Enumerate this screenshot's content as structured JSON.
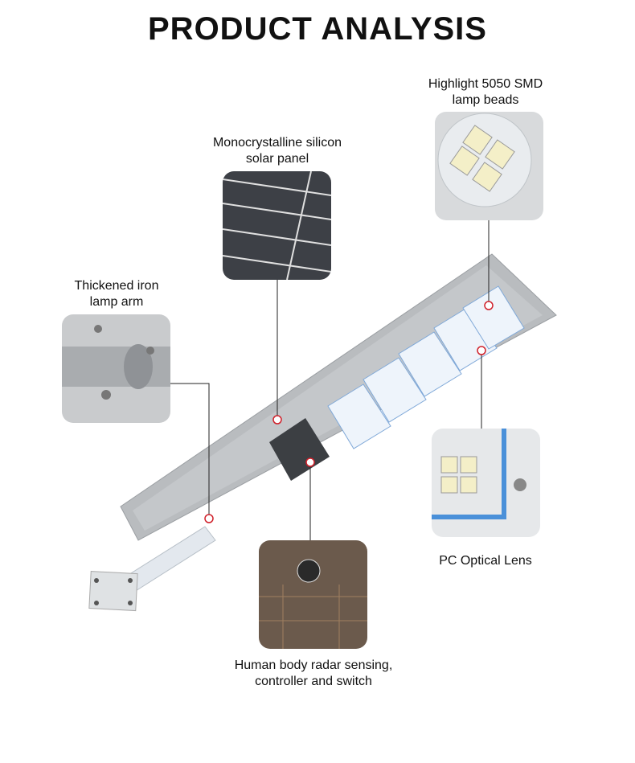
{
  "title": "PRODUCT ANALYSIS",
  "callouts": [
    {
      "id": "leds",
      "label_line1": "Highlight 5050 SMD",
      "label_line2": "lamp beads"
    },
    {
      "id": "solar",
      "label_line1": "Monocrystalline silicon",
      "label_line2": "solar panel"
    },
    {
      "id": "arm",
      "label_line1": "Thickened iron",
      "label_line2": "lamp arm"
    },
    {
      "id": "lens",
      "label_line1": "PC Optical Lens"
    },
    {
      "id": "radar",
      "label_line1": "Human body radar sensing,",
      "label_line2": "controller and switch"
    }
  ],
  "colors": {
    "accent_dot": "#d0202a",
    "body": "#b9bcbf",
    "panel": "#3c3f43"
  }
}
